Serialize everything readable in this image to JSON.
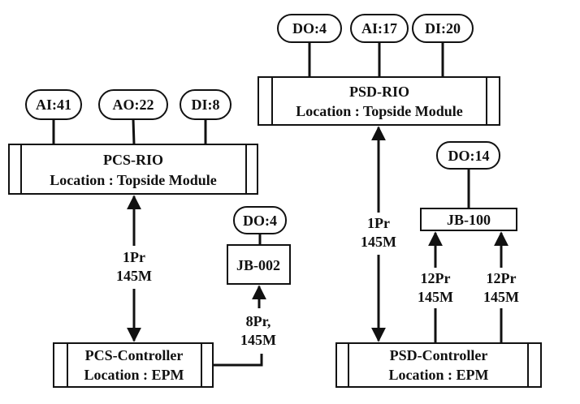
{
  "pcs_rio": {
    "name": "PCS-RIO",
    "location": "Location : Topside Module",
    "io": [
      "AI:41",
      "AO:22",
      "DI:8"
    ]
  },
  "psd_rio": {
    "name": "PSD-RIO",
    "location": "Location : Topside Module",
    "io": [
      "DO:4",
      "AI:17",
      "DI:20"
    ]
  },
  "pcs_controller": {
    "name": "PCS-Controller",
    "location": "Location : EPM"
  },
  "psd_controller": {
    "name": "PSD-Controller",
    "location": "Location : EPM"
  },
  "jb_002": {
    "name": "JB-002",
    "io": "DO:4"
  },
  "jb_100": {
    "name": "JB-100",
    "io": "DO:14"
  },
  "links": {
    "pcs_rio_to_controller": [
      "1Pr",
      "145M"
    ],
    "psd_rio_to_controller": [
      "1Pr",
      "145M"
    ],
    "pcs_controller_to_jb002": [
      "8Pr,",
      "145M"
    ],
    "psd_controller_to_jb100_a": [
      "12Pr",
      "145M"
    ],
    "psd_controller_to_jb100_b": [
      "12Pr",
      "145M"
    ]
  }
}
